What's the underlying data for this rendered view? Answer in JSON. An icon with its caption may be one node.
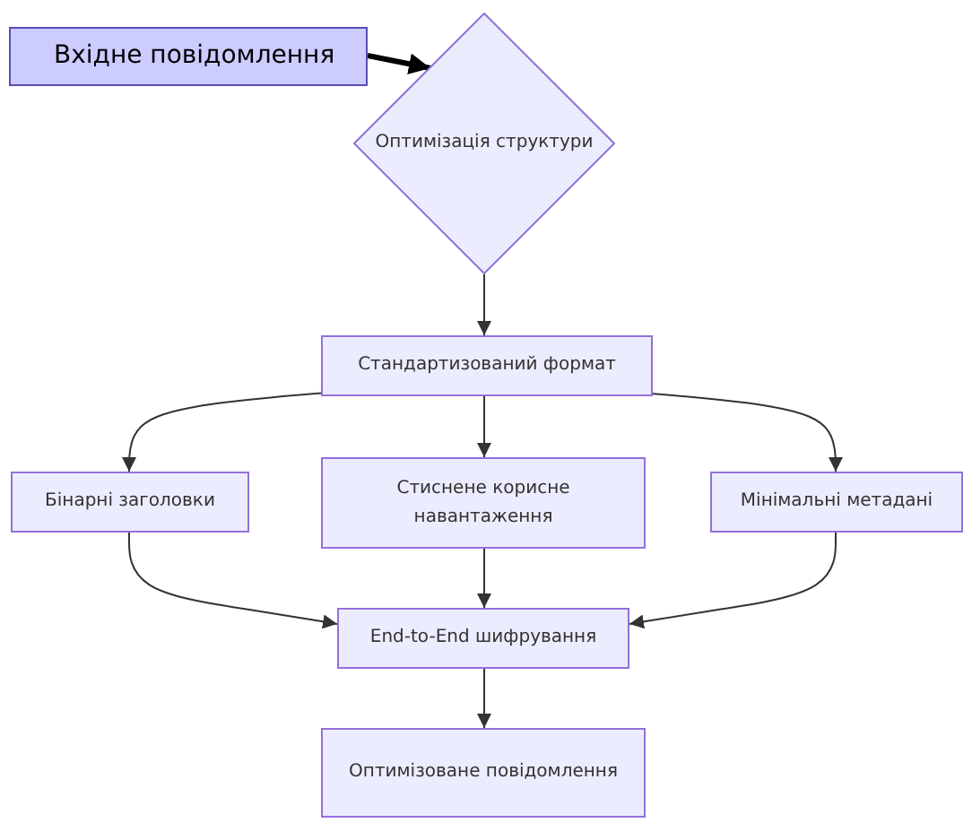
{
  "diagram": {
    "nodes": [
      {
        "text": [
          "Вхідне повідомлення"
        ]
      },
      {
        "text": [
          "Оптимізація структури"
        ]
      },
      {
        "text": [
          "Стандартизований формат"
        ]
      },
      {
        "text": [
          "Бінарні заголовки"
        ]
      },
      {
        "text": [
          "Стиснене корисне навантаження"
        ]
      },
      {
        "text": [
          "Мінімальні метадані"
        ]
      },
      {
        "text": [
          "End-to-End шифрування"
        ]
      },
      {
        "text": [
          "Оптимізоване повідомлення"
        ]
      }
    ],
    "edges": [
      {
        "from": 0,
        "to": 1,
        "arrow": "to",
        "style": "thick",
        "color": "#000000"
      },
      {
        "from": 1,
        "to": 2,
        "arrow": "to"
      },
      {
        "from": 2,
        "to": 3,
        "arrow": "to"
      },
      {
        "from": 2,
        "to": 4,
        "arrow": "to"
      },
      {
        "from": 2,
        "to": 5,
        "arrow": "to"
      },
      {
        "from": 3,
        "to": 6,
        "arrow": "to"
      },
      {
        "from": 4,
        "to": 6,
        "arrow": "to"
      },
      {
        "from": 5,
        "to": 6,
        "arrow": "to"
      },
      {
        "from": 6,
        "to": 7,
        "arrow": "to"
      }
    ]
  }
}
